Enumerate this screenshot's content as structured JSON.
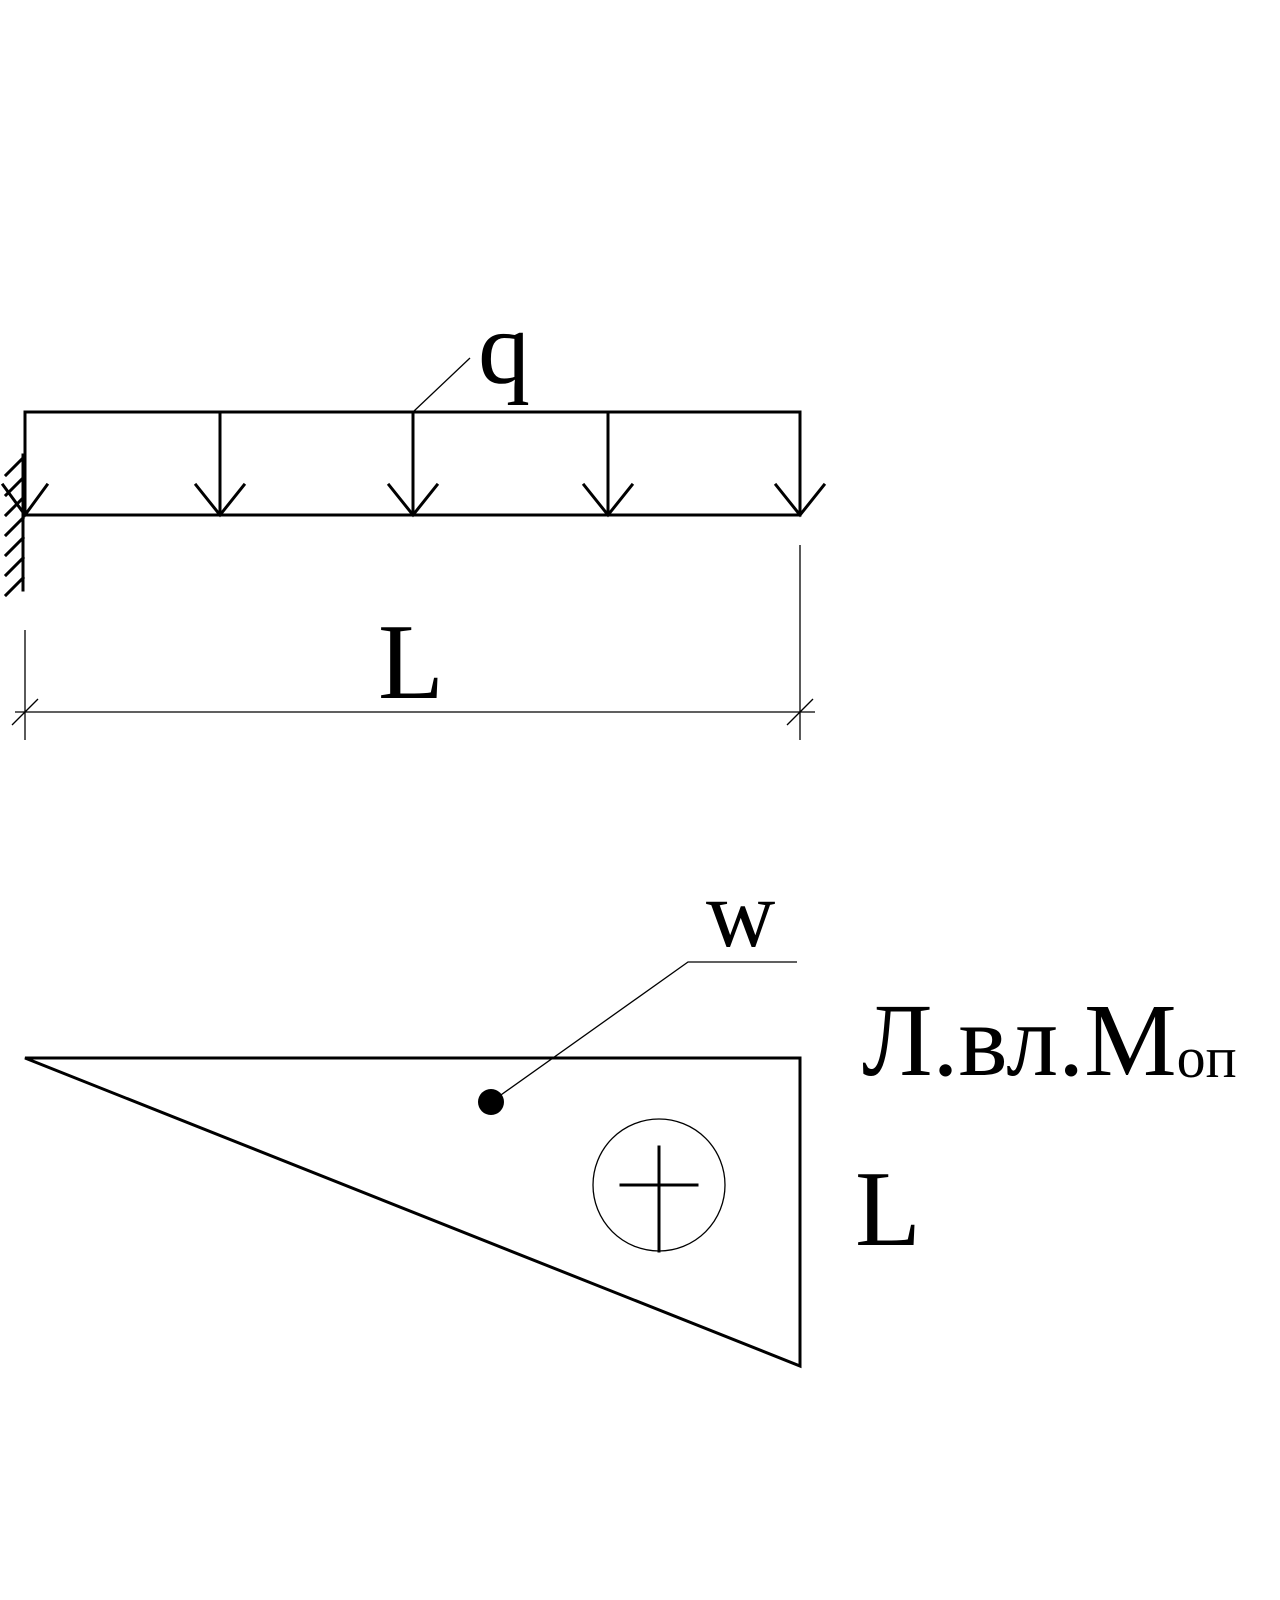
{
  "beam": {
    "load_label": "q",
    "span_label": "L"
  },
  "influence_line": {
    "area_label": "w",
    "title_main": "Л.вл.М",
    "title_subscript": "оп",
    "span_label": "L",
    "sign": "+"
  },
  "colors": {
    "ink": "#000000",
    "background": "#ffffff"
  }
}
